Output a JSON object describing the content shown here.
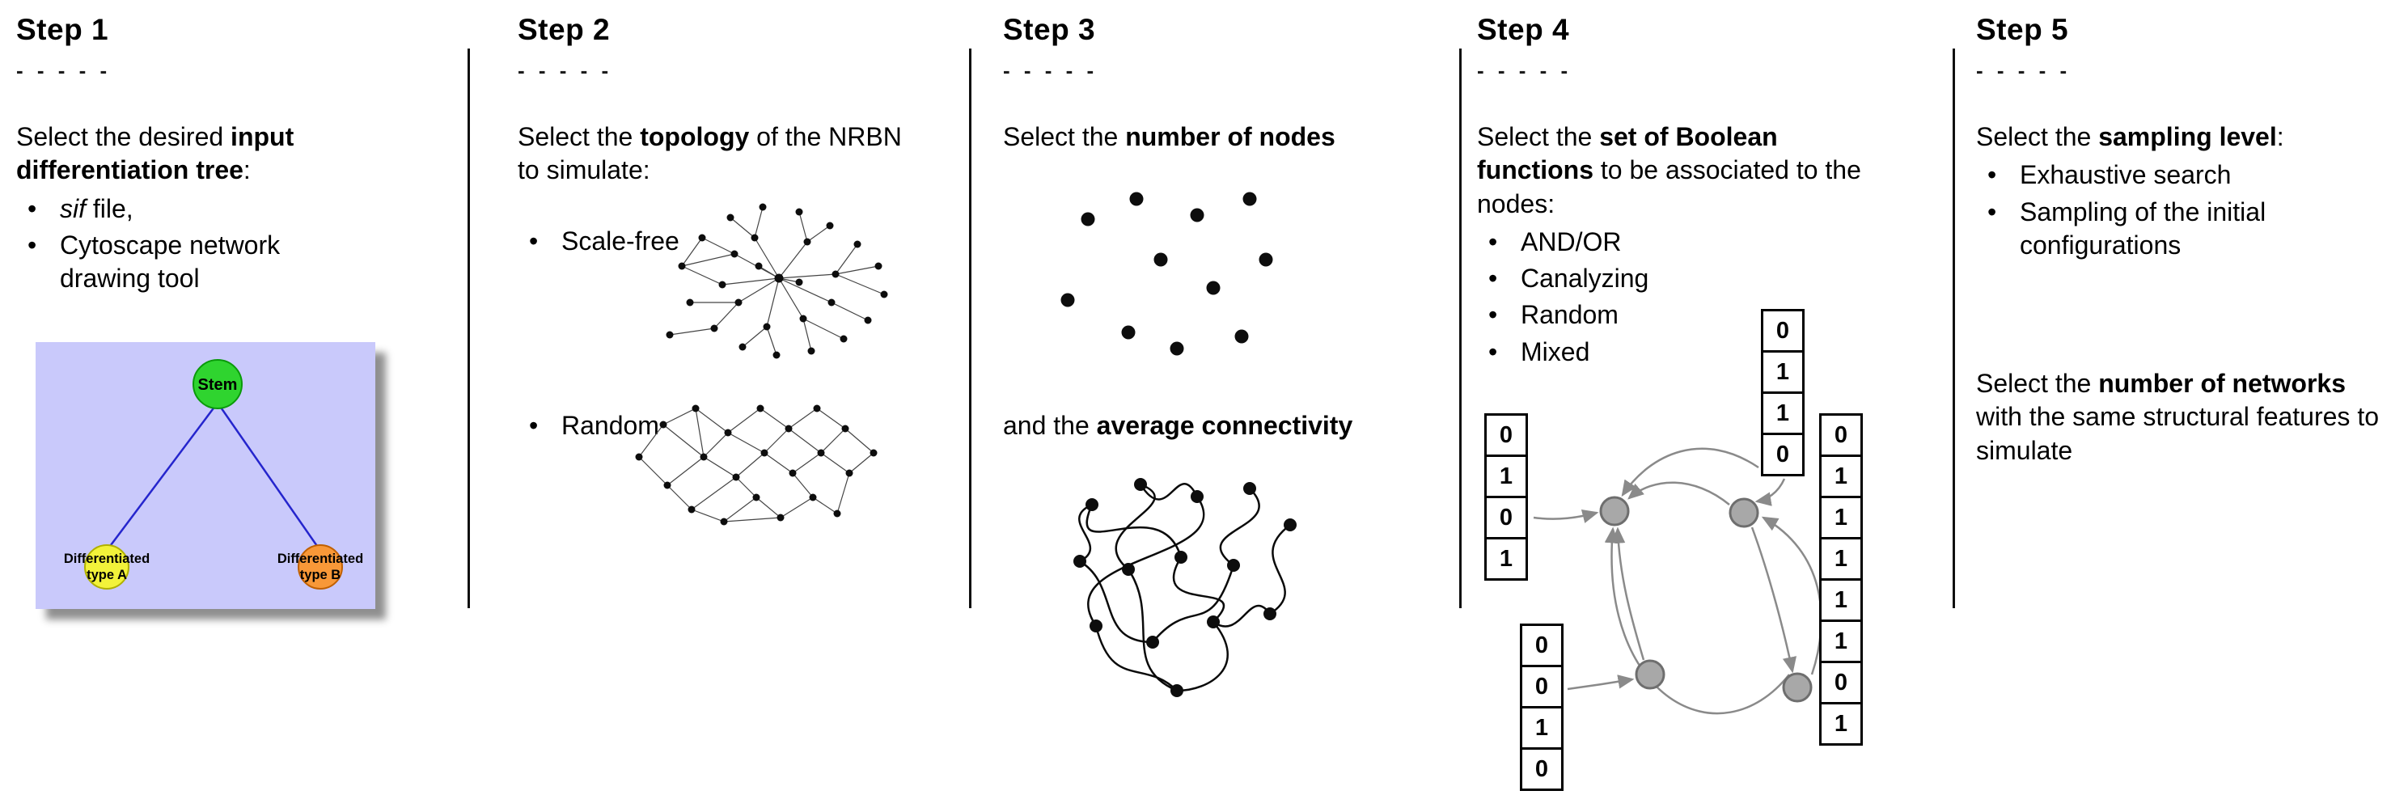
{
  "steps": {
    "s1": {
      "title": "Step 1",
      "dashes": "- - - - -",
      "lead": {
        "t1": "Select the desired ",
        "b1": "input differentiation tree",
        "t2": ":"
      },
      "bullet1": {
        "italic": "sif",
        "rest": " file,"
      },
      "bullet2": "Cytoscape network drawing tool",
      "tree": {
        "root": "Stem",
        "left1": "Differentiated",
        "left2": "type A",
        "right1": "Differentiated",
        "right2": "type B",
        "colors": {
          "lavender": "#c9c9fb",
          "stem_green": "#2fd42f",
          "type_a_yellow": "#f2f23a",
          "type_b_orange": "#f89838",
          "edge_blue": "#2525cd"
        }
      }
    },
    "s2": {
      "title": "Step 2",
      "dashes": "- - - - -",
      "lead": {
        "t1": "Select the ",
        "b1": "topology",
        "t2": " of the NRBN to simulate:"
      },
      "bullet1": "Scale-free",
      "bullet2": "Random"
    },
    "s3": {
      "title": "Step 3",
      "dashes": "- - - - -",
      "lead1": {
        "t1": "Select the ",
        "b1": "number of nodes"
      },
      "lead2": {
        "t1": "and the ",
        "b1": "average connectivity"
      }
    },
    "s4": {
      "title": "Step 4",
      "dashes": "- - - - -",
      "lead": {
        "t1": "Select the ",
        "b1": "set of Boolean functions",
        "t2": " to be associated to the nodes:"
      },
      "bullets": [
        "AND/OR",
        "Canalyzing",
        "Random",
        "Mixed"
      ],
      "tables": {
        "left": [
          "0",
          "1",
          "0",
          "1"
        ],
        "top": [
          "0",
          "1",
          "1",
          "0"
        ],
        "bottom": [
          "0",
          "0",
          "1",
          "0"
        ],
        "right": [
          "0",
          "1",
          "1",
          "1",
          "1",
          "1",
          "0",
          "1"
        ]
      },
      "colors": {
        "node_gray": "#a8a8a8",
        "arrow_gray": "#8a8a8a"
      }
    },
    "s5": {
      "title": "Step 5",
      "dashes": "- - - - -",
      "lead": {
        "t1": "Select the ",
        "b1": "sampling level",
        "t2": ":"
      },
      "bullets": [
        "Exhaustive search",
        "Sampling of the initial configurations"
      ],
      "para2": {
        "t1": "Select the ",
        "b1": "number of networks",
        "t2": " with the same structural features to simulate"
      }
    }
  }
}
